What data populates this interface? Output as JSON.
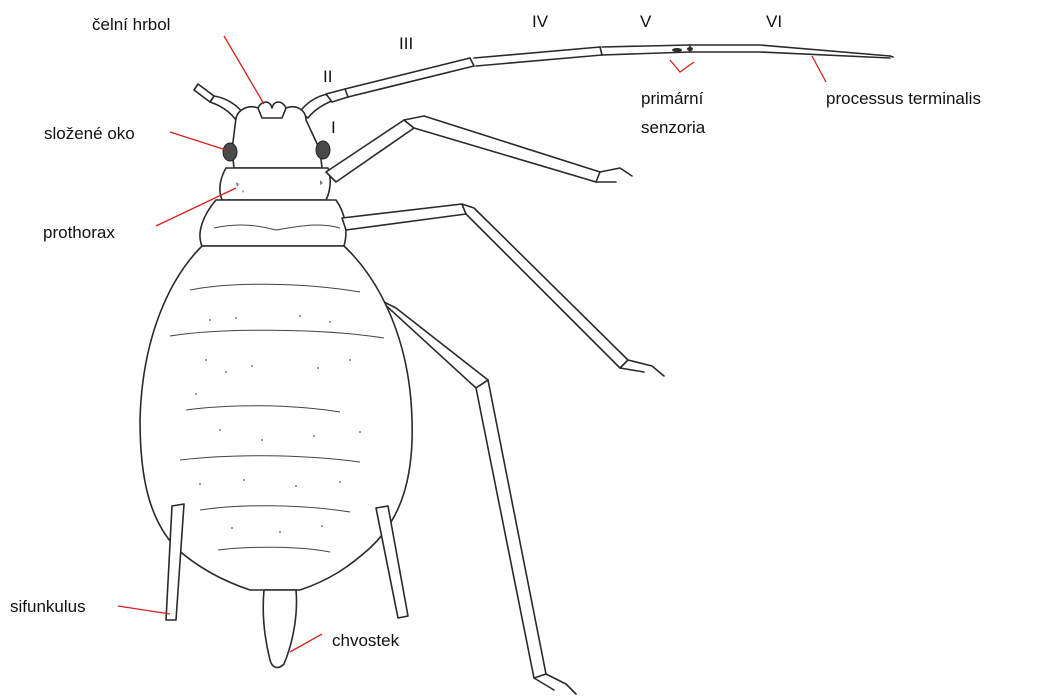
{
  "labels": {
    "celni_hrbol": "čelní hrbol",
    "slozene_oko": "složené oko",
    "prothorax": "prothorax",
    "sifunkulus": "sifunkulus",
    "chvostek": "chvostek",
    "primarni": "primární",
    "senzoria": "senzoria",
    "processus_terminalis": "processus terminalis"
  },
  "antenna_segments": {
    "I": "I",
    "II": "II",
    "III": "III",
    "IV": "IV",
    "V": "V",
    "VI": "VI"
  },
  "colors": {
    "leader_line": "#d62020",
    "ink": "#2a2a2a",
    "label_text": "#111111"
  }
}
